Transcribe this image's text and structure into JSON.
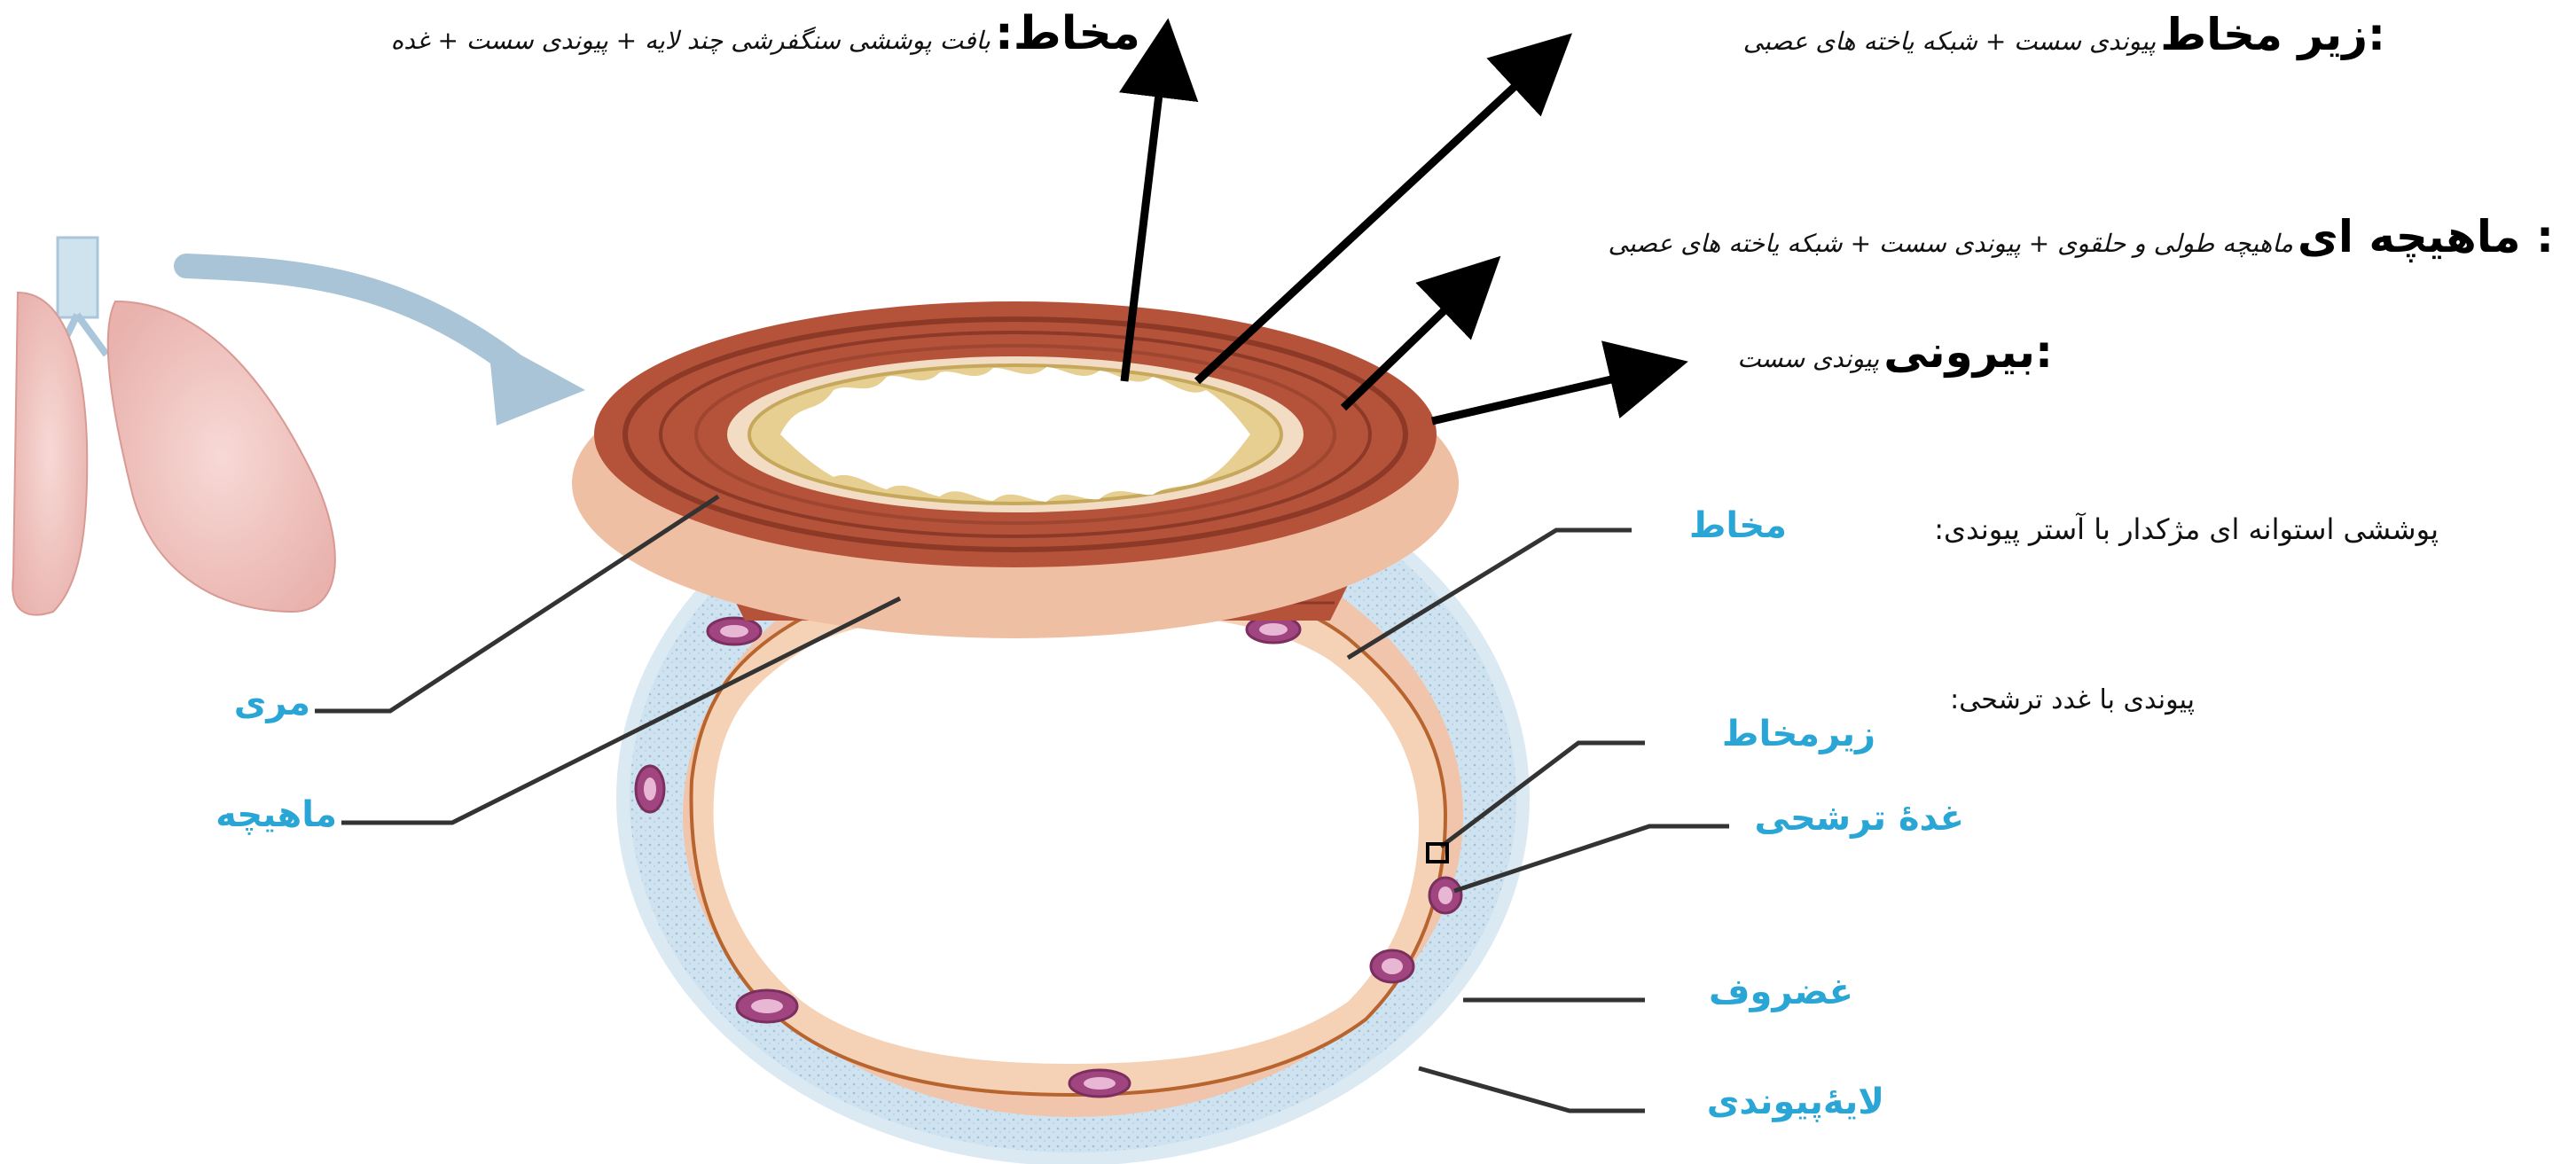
{
  "top_annotations": {
    "mucosa": {
      "term": "مخاط:",
      "desc": "بافت پوششی سنگفرشی چند لایه + پیوندی سست + غده"
    },
    "submucosa": {
      "term": ":زیر مخاط",
      "desc": "پیوندی سست + شبکه یاخته های عصبی"
    },
    "muscular": {
      "term": ": ماهیچه ای",
      "desc": "ماهیچه طولی و حلقوی + پیوندی سست + شبکه یاخته های عصبی"
    },
    "outer": {
      "term": ":بیرونی",
      "desc": "پیوندی سست"
    }
  },
  "trachea_notes": {
    "mucosa_desc": "پوششی استوانه ای مژکدار با آستر پیوندی:",
    "submucosa_desc": "پیوندی با غدد ترشحی:"
  },
  "labels": {
    "esophagus": "مری",
    "muscle": "ماهیچه",
    "mucosa": "مخاط",
    "submucosa": "زیرمخاط",
    "secretory_gland": "غدۀ ترشحی",
    "cartilage": "غضروف",
    "connective_layer": "لایۀپیوندی"
  },
  "colors": {
    "muscle_red": "#b5523a",
    "cartilage_blue": "#c9dfee",
    "tissue_peach": "#efbfa3",
    "gland_purple": "#a0457f",
    "label_blue": "#2aa6d6"
  }
}
